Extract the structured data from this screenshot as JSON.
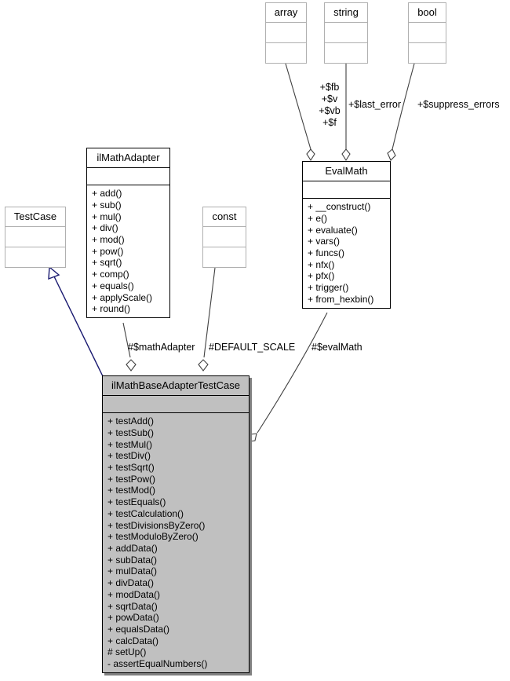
{
  "diagram": {
    "kind": "uml-class-diagram",
    "background": "#ffffff",
    "focus_fill": "#c0c0c0",
    "inheritance_color": "#191970",
    "edge_color": "#404040"
  },
  "nodes": {
    "array": {
      "name": "array",
      "attributes": [],
      "operations": []
    },
    "string": {
      "name": "string",
      "attributes": [],
      "operations": []
    },
    "bool": {
      "name": "bool",
      "attributes": [],
      "operations": []
    },
    "testcase": {
      "name": "TestCase",
      "attributes": [],
      "operations": []
    },
    "const": {
      "name": "const",
      "attributes": [],
      "operations": []
    },
    "ilmathadapter": {
      "name": "ilMathAdapter",
      "attributes": [],
      "operations": [
        "+ add()",
        "+ sub()",
        "+ mul()",
        "+ div()",
        "+ mod()",
        "+ pow()",
        "+ sqrt()",
        "+ comp()",
        "+ equals()",
        "+ applyScale()",
        "+ round()"
      ]
    },
    "evalmath": {
      "name": "EvalMath",
      "attributes": [],
      "operations": [
        "+ __construct()",
        "+ e()",
        "+ evaluate()",
        "+ vars()",
        "+ funcs()",
        "+ nfx()",
        "+ pfx()",
        "+ trigger()",
        "+ from_hexbin()"
      ]
    },
    "main": {
      "name": "ilMathBaseAdapterTestCase",
      "attributes": [],
      "operations": [
        "+ testAdd()",
        "+ testSub()",
        "+ testMul()",
        "+ testDiv()",
        "+ testSqrt()",
        "+ testPow()",
        "+ testMod()",
        "+ testEquals()",
        "+ testCalculation()",
        "+ testDivisionsByZero()",
        "+ testModuloByZero()",
        "+ addData()",
        "+ subData()",
        "+ mulData()",
        "+ divData()",
        "+ modData()",
        "+ sqrtData()",
        "+ powData()",
        "+ equalsData()",
        "+ calcData()",
        "# setUp()",
        "- assertEqualNumbers()"
      ]
    }
  },
  "edge_labels": {
    "array_to_evalmath": "+$fb\n+$v\n+$vb\n+$f",
    "array_to_evalmath_lines": [
      "+$fb",
      "+$v",
      "+$vb",
      "+$f"
    ],
    "string_to_evalmath": "+$last_error",
    "bool_to_evalmath": "+$suppress_errors",
    "adapter_to_main": "#$mathAdapter",
    "const_to_main": "#DEFAULT_SCALE",
    "evalmath_to_main": "#$evalMath"
  }
}
